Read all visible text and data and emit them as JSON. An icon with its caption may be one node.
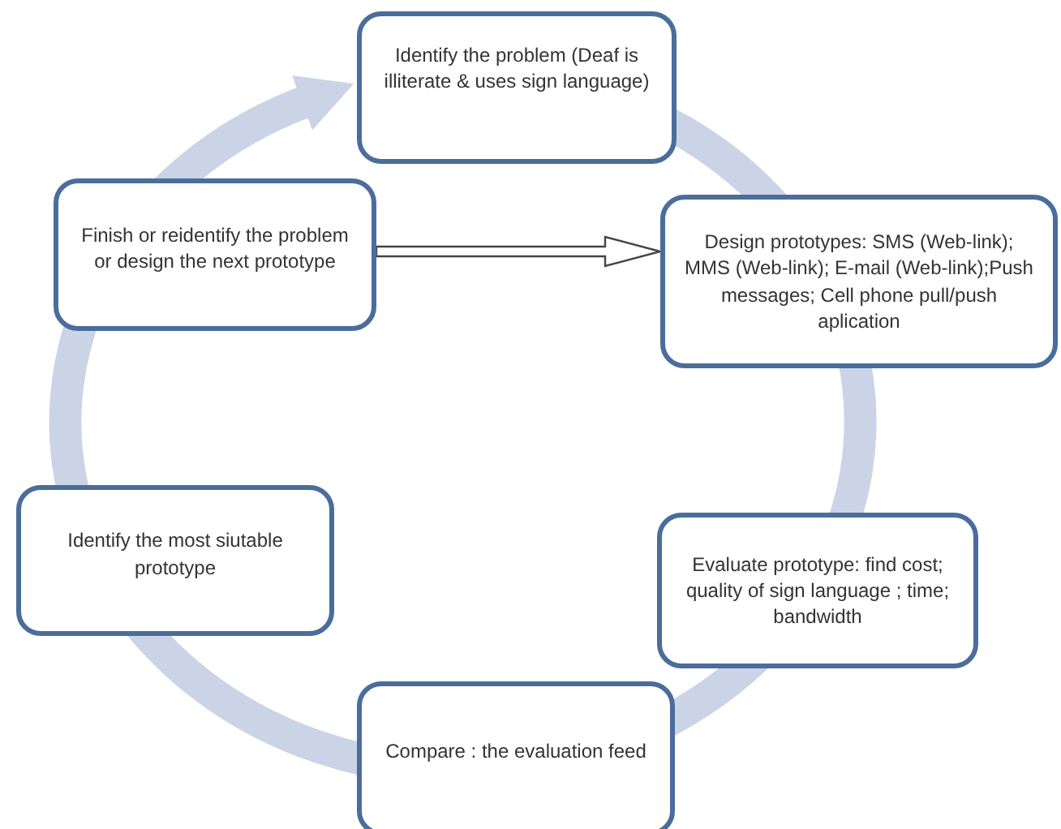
{
  "diagram": {
    "nodes": [
      {
        "text": [
          "Identify the problem (Deaf is illiterate & uses sign language)"
        ]
      },
      {
        "text": [
          "Finish or reidentify the problem or design the next prototype"
        ]
      },
      {
        "text": [
          "Design prototypes: SMS (Web-link); MMS (Web-link); E-mail (Web-link);Push messages; Cell phone pull/push aplication"
        ]
      },
      {
        "text": [
          "Identify the most siutable prototype"
        ]
      },
      {
        "text": [
          "Evaluate prototype: find cost; quality of sign language ; time; bandwidth"
        ]
      },
      {
        "text": [
          "Compare : the evaluation feed"
        ]
      }
    ],
    "edges": [
      {
        "from": 1,
        "to": 2,
        "arrow": "to"
      }
    ]
  }
}
